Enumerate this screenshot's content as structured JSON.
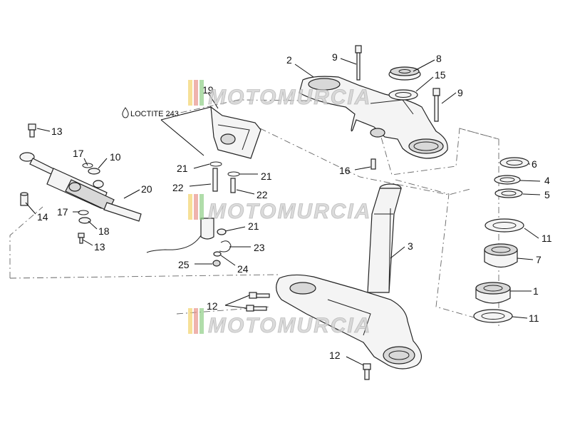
{
  "callouts": [
    {
      "id": "c2",
      "text": "2"
    },
    {
      "id": "c9a",
      "text": "9"
    },
    {
      "id": "c8",
      "text": "8"
    },
    {
      "id": "c15",
      "text": "15"
    },
    {
      "id": "c9b",
      "text": "9"
    },
    {
      "id": "c19",
      "text": "19"
    },
    {
      "id": "c13a",
      "text": "13"
    },
    {
      "id": "c17a",
      "text": "17"
    },
    {
      "id": "c10",
      "text": "10"
    },
    {
      "id": "c20",
      "text": "20"
    },
    {
      "id": "c14",
      "text": "14"
    },
    {
      "id": "c17b",
      "text": "17"
    },
    {
      "id": "c18",
      "text": "18"
    },
    {
      "id": "c13b",
      "text": "13"
    },
    {
      "id": "c21a",
      "text": "21"
    },
    {
      "id": "c21b",
      "text": "21"
    },
    {
      "id": "c22a",
      "text": "22"
    },
    {
      "id": "c22b",
      "text": "22"
    },
    {
      "id": "c21c",
      "text": "21"
    },
    {
      "id": "c23",
      "text": "23"
    },
    {
      "id": "c25",
      "text": "25"
    },
    {
      "id": "c24",
      "text": "24"
    },
    {
      "id": "c16",
      "text": "16"
    },
    {
      "id": "c3",
      "text": "3"
    },
    {
      "id": "c6",
      "text": "6"
    },
    {
      "id": "c4",
      "text": "4"
    },
    {
      "id": "c5",
      "text": "5"
    },
    {
      "id": "c11a",
      "text": "11"
    },
    {
      "id": "c7",
      "text": "7"
    },
    {
      "id": "c1",
      "text": "1"
    },
    {
      "id": "c11b",
      "text": "11"
    },
    {
      "id": "c12a",
      "text": "12"
    },
    {
      "id": "c12b",
      "text": "12"
    }
  ],
  "note": {
    "text": "LOCTITE 243",
    "icon": "drop-icon"
  },
  "watermark": {
    "text": "MOTOMURCIA",
    "colors": [
      "#f2d36b",
      "#e8938a",
      "#8fcf86"
    ]
  }
}
